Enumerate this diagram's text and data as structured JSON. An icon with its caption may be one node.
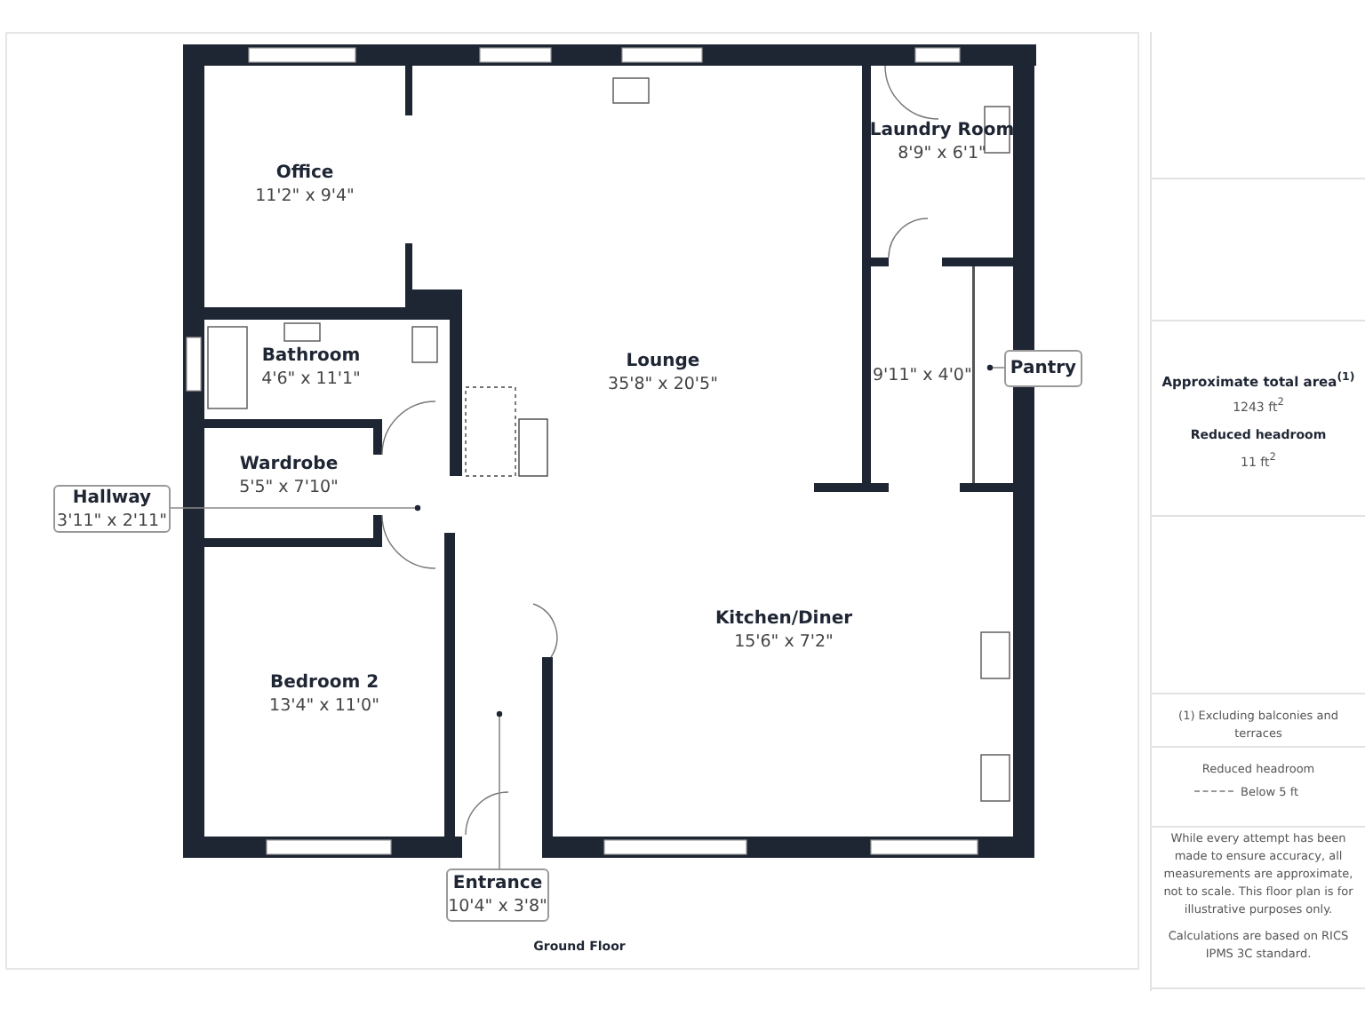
{
  "diagram": {
    "nodes": [
      {
        "text": [
          "Office",
          "11'2\" x 9'4\""
        ]
      },
      {
        "text": [
          "Lounge",
          "35'8\" x 20'5\""
        ]
      },
      {
        "text": [
          "Laundry Room",
          "8'9\" x 6'1\""
        ]
      },
      {
        "text": [
          "Bathroom",
          "4'6\" x 11'1\""
        ]
      },
      {
        "text": [
          "Wardrobe",
          "5'5\" x 7'10\""
        ]
      },
      {
        "text": [
          "Kitchen/Diner",
          "15'6\" x 7'2\""
        ]
      },
      {
        "text": [
          "Bedroom 2",
          "13'4\" x 11'0\""
        ]
      },
      {
        "text": [
          "9'11\" x 4'0\""
        ]
      },
      {
        "text": [
          "Hallway",
          "3'11\" x 2'11\""
        ]
      },
      {
        "text": [
          "Pantry"
        ]
      },
      {
        "text": [
          "Entrance",
          "10'4\" x 3'8\""
        ]
      }
    ],
    "edges": [
      {
        "from": 8,
        "to": null,
        "arrow": "other"
      },
      {
        "from": 9,
        "to": 7,
        "arrow": "other"
      },
      {
        "from": 10,
        "to": null,
        "arrow": "other"
      }
    ],
    "labels": [
      "Ground Floor",
      "Approximate total area$^{(1)}$",
      "1243 ft$^{2}$",
      "Reduced headroom",
      "11 ft$^{2}$",
      "(1) Excluding balconies and terraces",
      "Reduced headroom",
      "While every attempt has been made to ensure accuracy, all measurements are approximate, not to scale. This floor plan is for illustrative purposes only.",
      "Calculations are based on RICS IPMS 3C standard."
    ],
    "legend": [
      {
        "text": "Below 5 ft"
      }
    ]
  }
}
